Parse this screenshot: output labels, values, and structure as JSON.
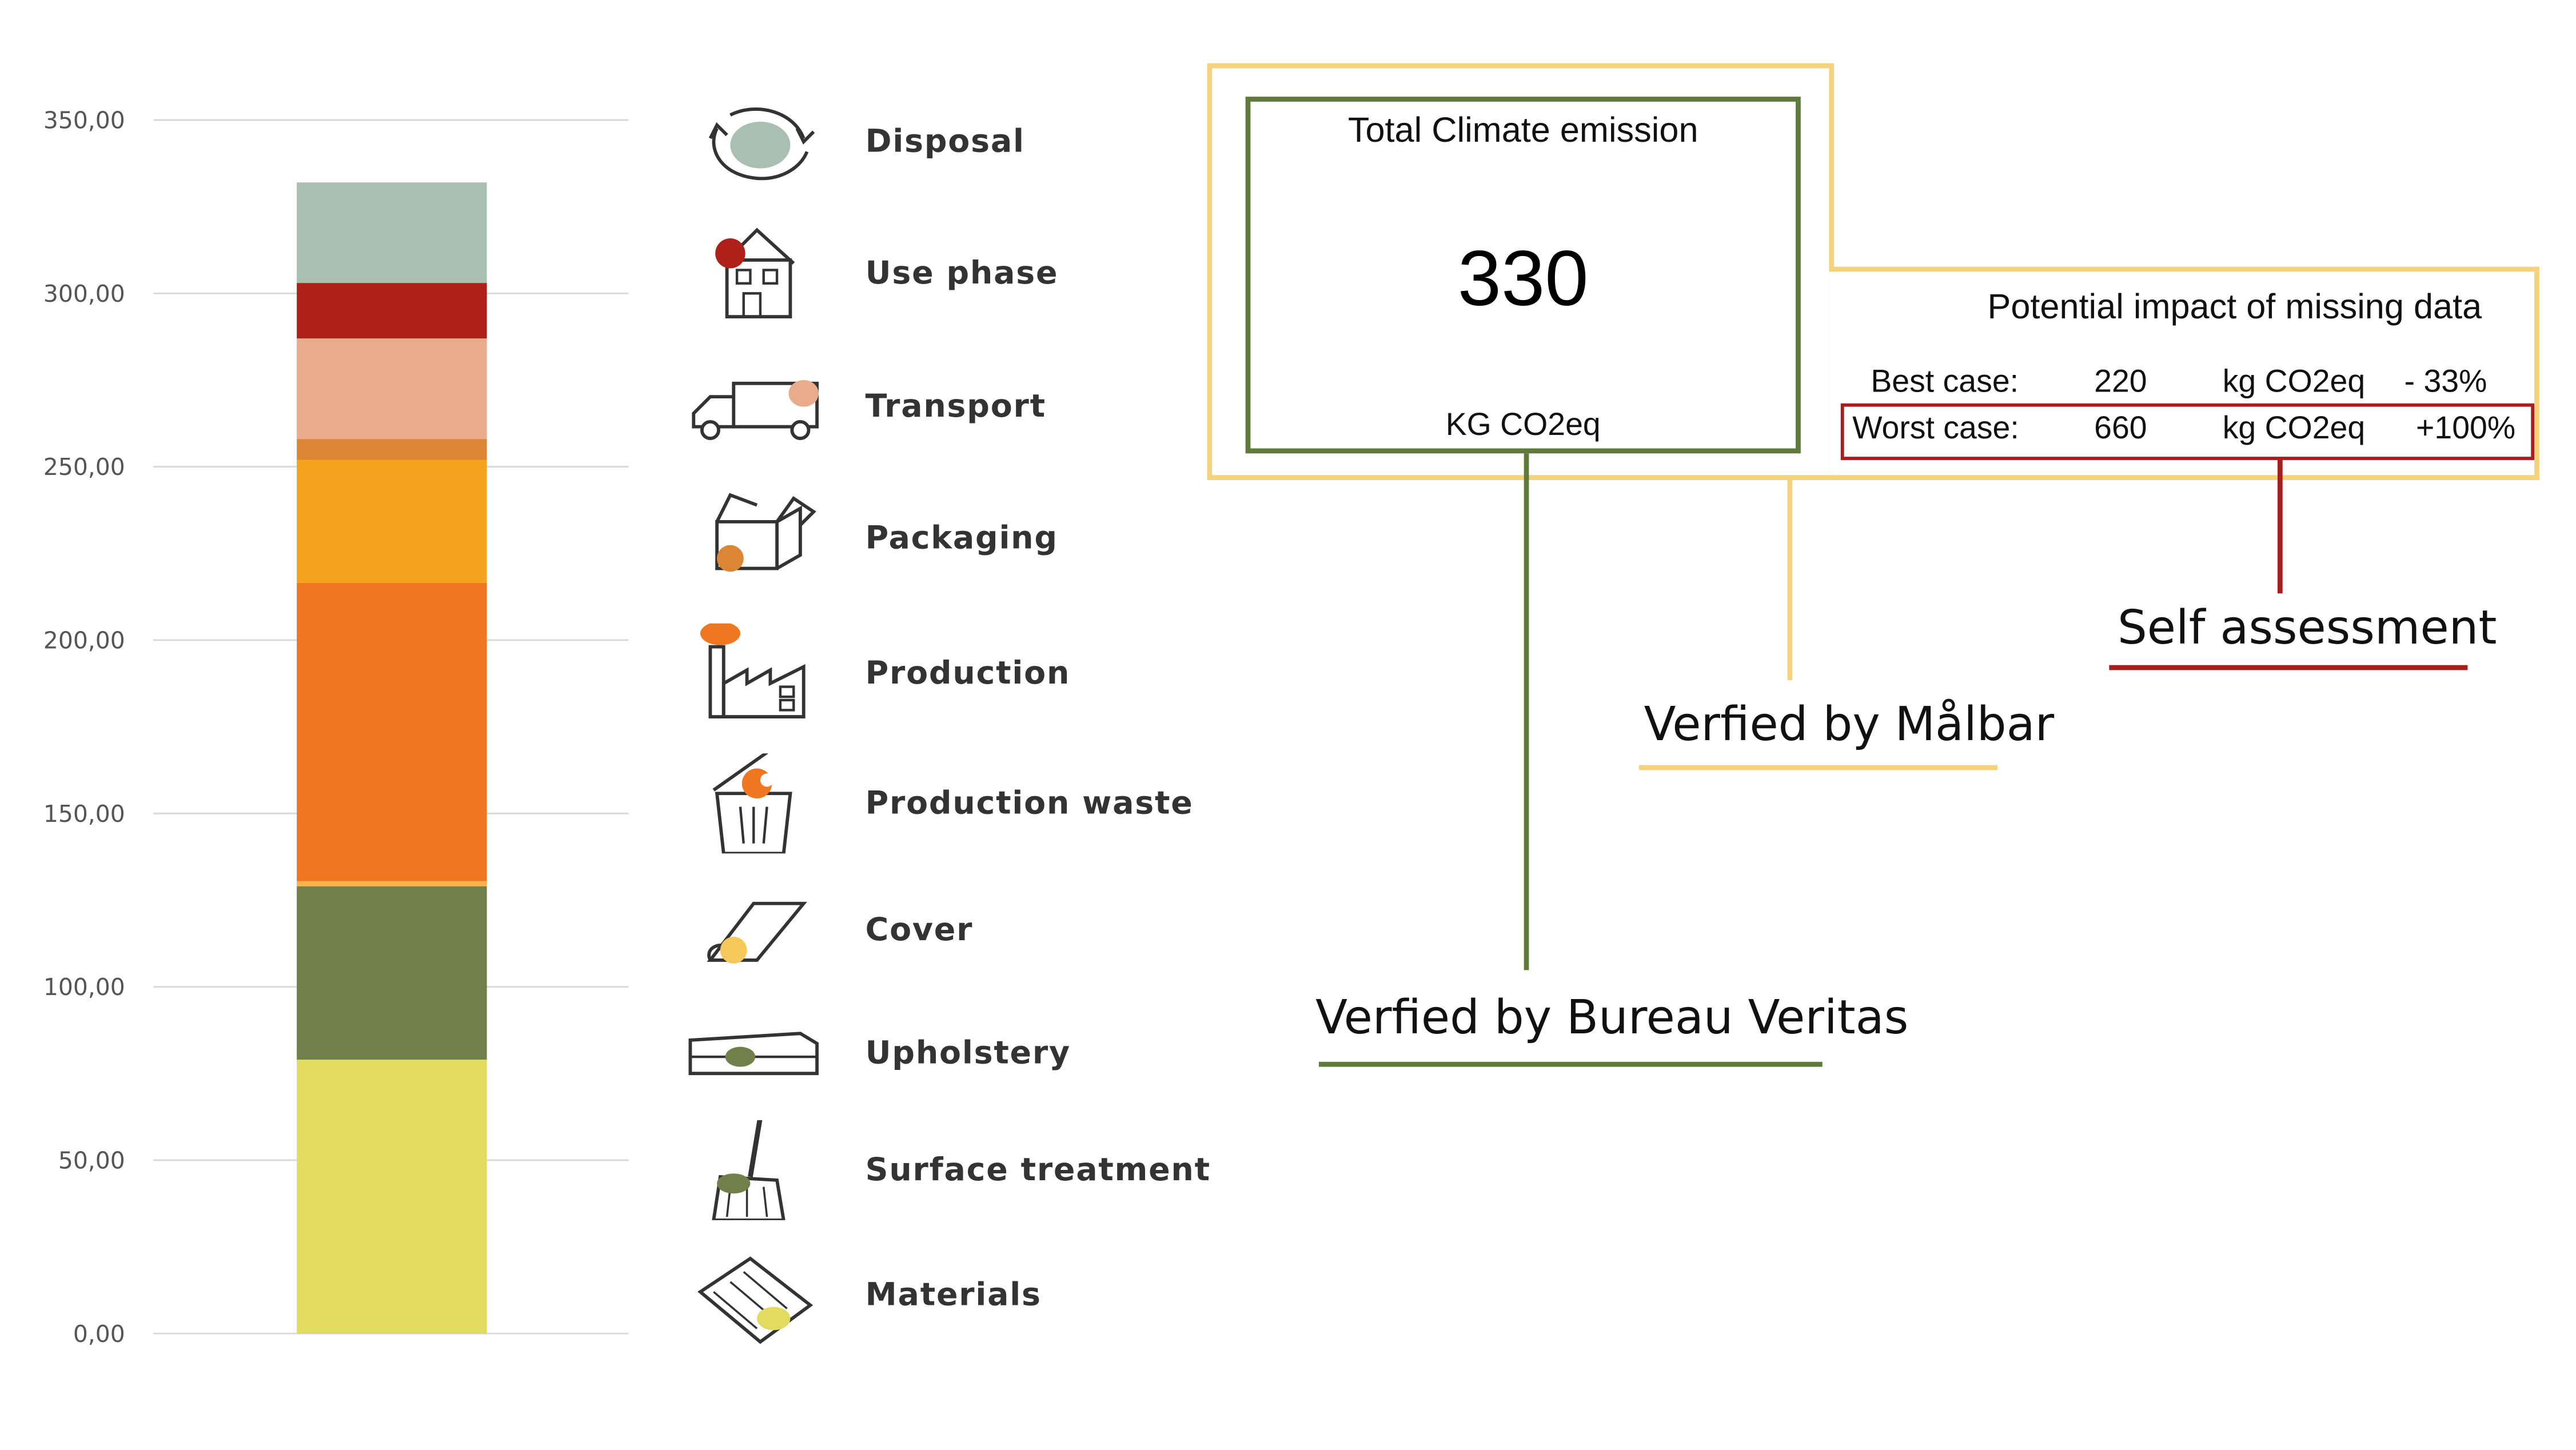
{
  "chart_data": {
    "type": "bar",
    "stacked": true,
    "categories": [
      ""
    ],
    "ylim": [
      0,
      350
    ],
    "yticks": [
      "0,00",
      "50,00",
      "100,00",
      "150,00",
      "200,00",
      "250,00",
      "300,00",
      "350,00"
    ],
    "grid": true,
    "series": [
      {
        "name": "Materials",
        "values": [
          79
        ],
        "color": "#e1db60"
      },
      {
        "name": "Surface treatment",
        "values": [
          0
        ],
        "color": "#d2c850"
      },
      {
        "name": "Upholstery",
        "values": [
          50
        ],
        "color": "#6f8049"
      },
      {
        "name": "Cover",
        "values": [
          0
        ],
        "color": "#f5c85a"
      },
      {
        "name": "Production waste",
        "values": [
          1.5
        ],
        "color": "#f8b24a"
      },
      {
        "name": "Production",
        "values": [
          86
        ],
        "color": "#ee771f"
      },
      {
        "name": "Packaging",
        "values": [
          35.5
        ],
        "color": "#f5a21e"
      },
      {
        "name": "Transport",
        "values": [
          6
        ],
        "color": "#dc8534"
      },
      {
        "name": "Use phase",
        "values": [
          29
        ],
        "color": "#e9ab8b"
      },
      {
        "name": "",
        "values": [
          16
        ],
        "color": "#b0201a"
      },
      {
        "name": "Disposal",
        "values": [
          29
        ],
        "color": "#a9bfb0"
      }
    ]
  },
  "legend": [
    {
      "label": "Disposal",
      "icon": "recycle-icon",
      "color": "#a9bfb0"
    },
    {
      "label": "Use phase",
      "icon": "house-icon",
      "color": "#b0201a"
    },
    {
      "label": "Transport",
      "icon": "truck-icon",
      "color": "#e9ab8b"
    },
    {
      "label": "Packaging",
      "icon": "box-icon",
      "color": "#dc8534"
    },
    {
      "label": "Production",
      "icon": "factory-icon",
      "color": "#ee771f"
    },
    {
      "label": "Production waste",
      "icon": "trash-bin-icon",
      "color": "#ee771f"
    },
    {
      "label": "Cover",
      "icon": "fabric-roll-icon",
      "color": "#f5c85a"
    },
    {
      "label": "Upholstery",
      "icon": "foam-icon",
      "color": "#6f8049"
    },
    {
      "label": "Surface treatment",
      "icon": "brush-icon",
      "color": "#6f8049"
    },
    {
      "label": "Materials",
      "icon": "wood-plank-icon",
      "color": "#e1db60"
    }
  ],
  "total": {
    "title": "Total Climate emission",
    "value": "330",
    "unit": "KG CO2eq"
  },
  "missing": {
    "title": "Potential impact of missing data",
    "best": {
      "label": "Best case:",
      "value": "220",
      "unit": "kg CO2eq",
      "pct": "- 33%"
    },
    "worst": {
      "label": "Worst case:",
      "value": "660",
      "unit": "kg CO2eq",
      "pct": "+100%"
    }
  },
  "callouts": {
    "self": "Self assessment",
    "malbar": "Verfied by Målbar",
    "bureau": "Verfied by Bureau Veritas"
  },
  "colors": {
    "yellow": "#f7d27c",
    "green": "#5f7a3a",
    "red": "#a81e1e",
    "grid": "#d9d9d9"
  }
}
